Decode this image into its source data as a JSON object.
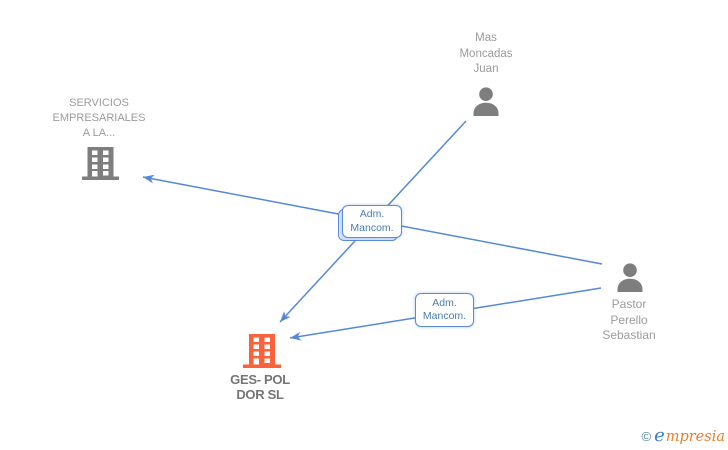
{
  "diagram": {
    "type": "corporate-relations-network-graph",
    "nodes": {
      "mas": {
        "kind": "person",
        "lines": [
          "Mas",
          "Moncadas",
          "Juan"
        ]
      },
      "servicios": {
        "kind": "company",
        "lines": [
          "SERVICIOS",
          "EMPRESARIALES",
          "A LA..."
        ]
      },
      "pastor": {
        "kind": "person",
        "lines": [
          "Pastor",
          "Perello",
          "Sebastian"
        ]
      },
      "gespol": {
        "kind": "company-highlighted",
        "lines": [
          "GES- POL",
          "DOR SL"
        ]
      }
    },
    "edge_labels": {
      "mancom1": {
        "lines": [
          "Adm.",
          "Mancom."
        ]
      },
      "mancom2": {
        "lines": [
          "Adm.",
          "Mancom."
        ]
      }
    },
    "edges": [
      {
        "from": "Mas Moncadas Juan",
        "to": "GES- POL DOR SL",
        "label": "Adm. Mancom.",
        "arrow": "to"
      },
      {
        "from": "Pastor Perello Sebastian",
        "to": "SERVICIOS EMPRESARIALES A LA...",
        "label": "Adm. Mancom.",
        "arrow": "to"
      },
      {
        "from": "Pastor Perello Sebastian",
        "to": "GES- POL DOR SL",
        "label": "Adm. Mancom.",
        "arrow": "to"
      }
    ]
  },
  "colors": {
    "edge_blue": "#5588d8",
    "label_box_border": "#5a8ad8",
    "label_box_text": "#4a7bb0",
    "node_text_gray": "#9b9b9b",
    "highlight_text_gray": "#757575",
    "icon_gray": "#7e7e7e",
    "building_orange": "#f9623a",
    "logo_teal": "#4a8495",
    "logo_blue": "#3e7fc0",
    "logo_orange": "#e97e2d"
  },
  "logo": {
    "copyright": "©",
    "brand_initial": "e",
    "brand_rest": "mpresia"
  }
}
